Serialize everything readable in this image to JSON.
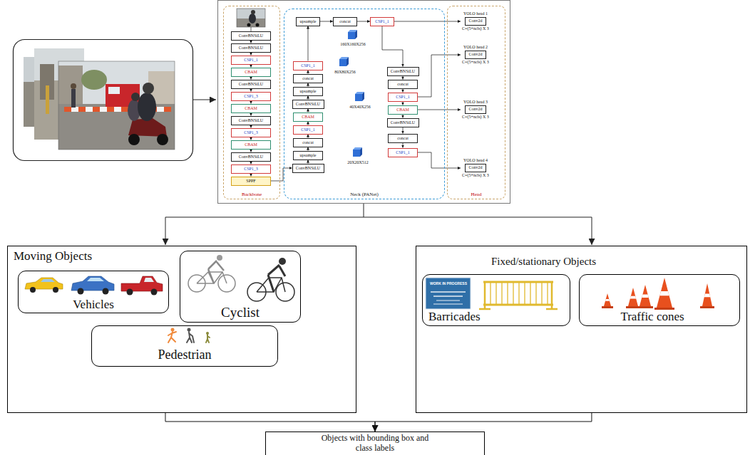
{
  "diagram": {
    "nodes": [
      {
        "text": [
          "Backbone"
        ]
      },
      {
        "text": [
          "ConvBNSiLU"
        ],
        "in": 0
      },
      {
        "text": [
          "ConvBNSiLU"
        ],
        "in": 0
      },
      {
        "text": [
          "CSP1_1"
        ],
        "in": 0
      },
      {
        "text": [
          "CBAM"
        ],
        "in": 0
      },
      {
        "text": [
          "ConvBNSiLU"
        ],
        "in": 0
      },
      {
        "text": [
          "CSP1_3"
        ],
        "in": 0
      },
      {
        "text": [
          "CBAM"
        ],
        "in": 0
      },
      {
        "text": [
          "ConvBNSiLU"
        ],
        "in": 0
      },
      {
        "text": [
          "CSP1_3"
        ],
        "in": 0
      },
      {
        "text": [
          "CBAM"
        ],
        "in": 0
      },
      {
        "text": [
          "ConvBNSiLU"
        ],
        "in": 0
      },
      {
        "text": [
          "CSP1_3"
        ],
        "in": 0
      },
      {
        "text": [
          "SPPF"
        ],
        "in": 0
      },
      {
        "text": [
          "Neck (PANet)"
        ]
      },
      {
        "text": [
          "upsample"
        ],
        "in": 14
      },
      {
        "text": [
          "concat"
        ],
        "in": 14
      },
      {
        "text": [
          "CSP1_1"
        ],
        "in": 14
      },
      {
        "text": [
          "CSP1_1"
        ],
        "in": 14
      },
      {
        "text": [
          "concat"
        ],
        "in": 14
      },
      {
        "text": [
          "upsample"
        ],
        "in": 14
      },
      {
        "text": [
          "ConvBNSiLU"
        ],
        "in": 14
      },
      {
        "text": [
          "CBAM"
        ],
        "in": 14
      },
      {
        "text": [
          "CSP1_1"
        ],
        "in": 14
      },
      {
        "text": [
          "concat"
        ],
        "in": 14
      },
      {
        "text": [
          "upsample"
        ],
        "in": 14
      },
      {
        "text": [
          "ConvBNSiLU"
        ],
        "in": 14
      },
      {
        "text": [
          "ConvBNSiLU"
        ],
        "in": 14
      },
      {
        "text": [
          "concat"
        ],
        "in": 14
      },
      {
        "text": [
          "CSP1_1"
        ],
        "in": 14
      },
      {
        "text": [
          "CBAM"
        ],
        "in": 14
      },
      {
        "text": [
          "ConvBNSiLU"
        ],
        "in": 14
      },
      {
        "text": [
          "concat"
        ],
        "in": 14
      },
      {
        "text": [
          "CSP1_1"
        ],
        "in": 14
      },
      {
        "text": [
          "Head"
        ]
      },
      {
        "text": [
          "YOLO head 1",
          "Conv2d",
          "C=(5+ncls) X 3"
        ],
        "in": 34
      },
      {
        "text": [
          "YOLO head 2",
          "Conv2d",
          "C=(5+ncls) X 3"
        ],
        "in": 34
      },
      {
        "text": [
          "YOLO head 3",
          "Conv2d",
          "C=(5+ncls) X 3"
        ],
        "in": 34
      },
      {
        "text": [
          "YOLO head 4",
          "Conv2d",
          "C=(5+ncls) X 3"
        ],
        "in": 34
      },
      {
        "text": [
          "Moving Objects"
        ]
      },
      {
        "text": [
          "Vehicles"
        ],
        "in": 39
      },
      {
        "text": [
          "Cyclist"
        ],
        "in": 39
      },
      {
        "text": [
          "Pedestrian"
        ],
        "in": 39
      },
      {
        "text": [
          "Fixed/stationary Objects"
        ]
      },
      {
        "text": [
          "Barricades"
        ],
        "in": 43
      },
      {
        "text": [
          "Traffic cones"
        ],
        "in": 43
      },
      {
        "text": [
          "Objects with bounding box and class labels"
        ]
      }
    ],
    "edges": [
      {
        "from": 1,
        "to": 2,
        "arrow": "to"
      },
      {
        "from": 2,
        "to": 3,
        "arrow": "to"
      },
      {
        "from": 3,
        "to": 4,
        "arrow": "to"
      },
      {
        "from": 4,
        "to": 5,
        "arrow": "to"
      },
      {
        "from": 5,
        "to": 6,
        "arrow": "to"
      },
      {
        "from": 6,
        "to": 7,
        "arrow": "to"
      },
      {
        "from": 7,
        "to": 8,
        "arrow": "to"
      },
      {
        "from": 8,
        "to": 9,
        "arrow": "to"
      },
      {
        "from": 9,
        "to": 10,
        "arrow": "to"
      },
      {
        "from": 10,
        "to": 11,
        "arrow": "to"
      },
      {
        "from": 11,
        "to": 12,
        "arrow": "to"
      },
      {
        "from": 12,
        "to": 13,
        "arrow": "to"
      },
      {
        "from": 13,
        "to": 26,
        "arrow": "to"
      },
      {
        "from": 26,
        "to": 25,
        "arrow": "to"
      },
      {
        "from": 25,
        "to": 24,
        "arrow": "to"
      },
      {
        "from": 24,
        "to": 23,
        "arrow": "to"
      },
      {
        "from": 23,
        "to": 22,
        "arrow": "to"
      },
      {
        "from": 22,
        "to": 21,
        "arrow": "to"
      },
      {
        "from": 21,
        "to": 20,
        "arrow": "to"
      },
      {
        "from": 20,
        "to": 19,
        "arrow": "to"
      },
      {
        "from": 19,
        "to": 18,
        "arrow": "to"
      },
      {
        "from": 18,
        "to": 15,
        "arrow": "to"
      },
      {
        "from": 15,
        "to": 16,
        "arrow": "to"
      },
      {
        "from": 16,
        "to": 17,
        "arrow": "to"
      },
      {
        "from": 17,
        "to": 35,
        "arrow": "to"
      },
      {
        "from": 17,
        "to": 27,
        "arrow": "to"
      },
      {
        "from": 27,
        "to": 28,
        "arrow": "to"
      },
      {
        "from": 28,
        "to": 29,
        "arrow": "to"
      },
      {
        "from": 29,
        "to": 30,
        "arrow": "to"
      },
      {
        "from": 30,
        "to": 31,
        "arrow": "to"
      },
      {
        "from": 31,
        "to": 32,
        "arrow": "to"
      },
      {
        "from": 32,
        "to": 33,
        "arrow": "to"
      },
      {
        "from": 29,
        "to": 36,
        "arrow": "to"
      },
      {
        "from": 30,
        "to": 37,
        "arrow": "to"
      },
      {
        "from": 33,
        "to": 38,
        "arrow": "to"
      },
      {
        "from": 39,
        "to": 46,
        "arrow": "to"
      },
      {
        "from": 43,
        "to": 46,
        "arrow": "to"
      }
    ],
    "labels": [
      "160X160X256",
      "80X80X256",
      "40X40X256",
      "20X20X512",
      "WORK IN PROGRESS"
    ]
  }
}
